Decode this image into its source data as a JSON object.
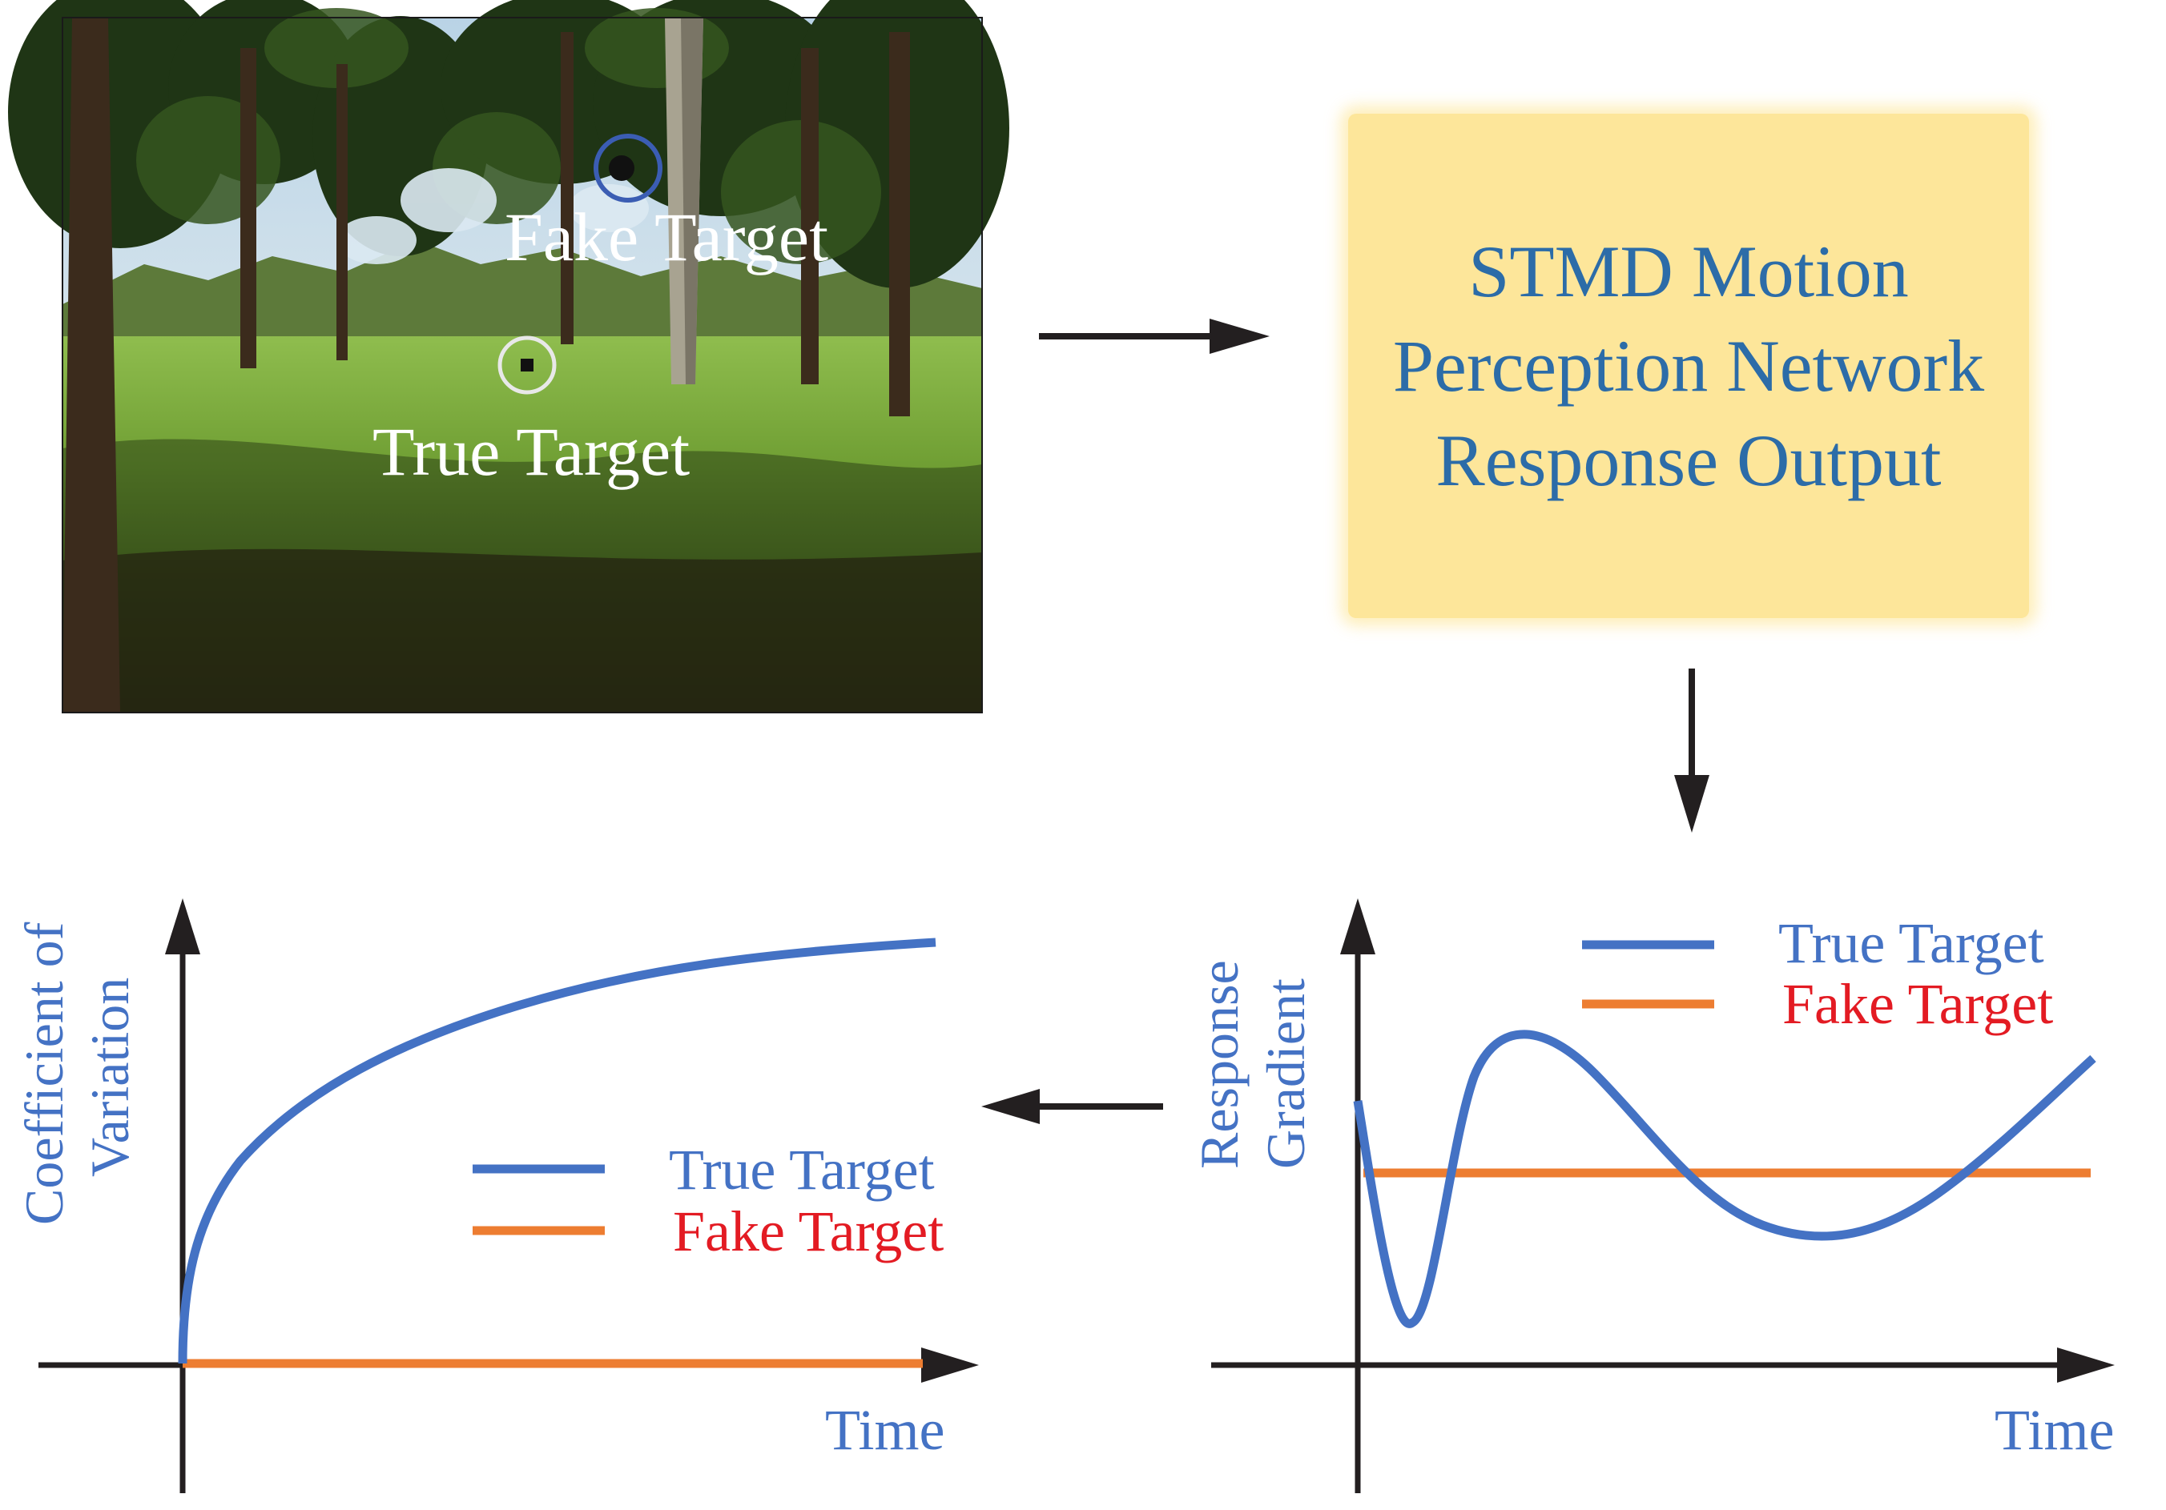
{
  "photo": {
    "fake_label": "Fake Target",
    "true_label": "True Target"
  },
  "process_box": {
    "lines": [
      "STMD Motion",
      "Perception Network",
      "Response Output"
    ]
  },
  "colors": {
    "true_series": "#4472c4",
    "fake_series": "#ed7d31",
    "axis_label": "#4472c4",
    "fake_legend_text": "#e31b23",
    "box_fill": "#fde69a",
    "box_text": "#2c6ca8",
    "arrow": "#231f20"
  },
  "icons": [
    "right-arrow-icon",
    "down-arrow-icon",
    "left-arrow-icon"
  ],
  "chart_data": [
    {
      "type": "line",
      "ylabel": [
        "Response",
        "Gradient"
      ],
      "xlabel": "Time",
      "legend": [
        "True Target",
        "Fake Target"
      ],
      "legend_position": "top-right",
      "grid": false,
      "series": [
        {
          "name": "True Target",
          "shape": "damped oscillation: drops to a deep minimum, rises to a peak, falls to a shallow trough, then rises at the end"
        },
        {
          "name": "Fake Target",
          "shape": "constant horizontal level"
        }
      ]
    },
    {
      "type": "line",
      "ylabel": [
        "Coefficient of",
        "Variation"
      ],
      "xlabel": "Time",
      "legend": [
        "True Target",
        "Fake Target"
      ],
      "legend_position": "center-right",
      "grid": false,
      "series": [
        {
          "name": "True Target",
          "shape": "concave increasing curve starting at zero"
        },
        {
          "name": "Fake Target",
          "shape": "flat at zero"
        }
      ]
    }
  ]
}
